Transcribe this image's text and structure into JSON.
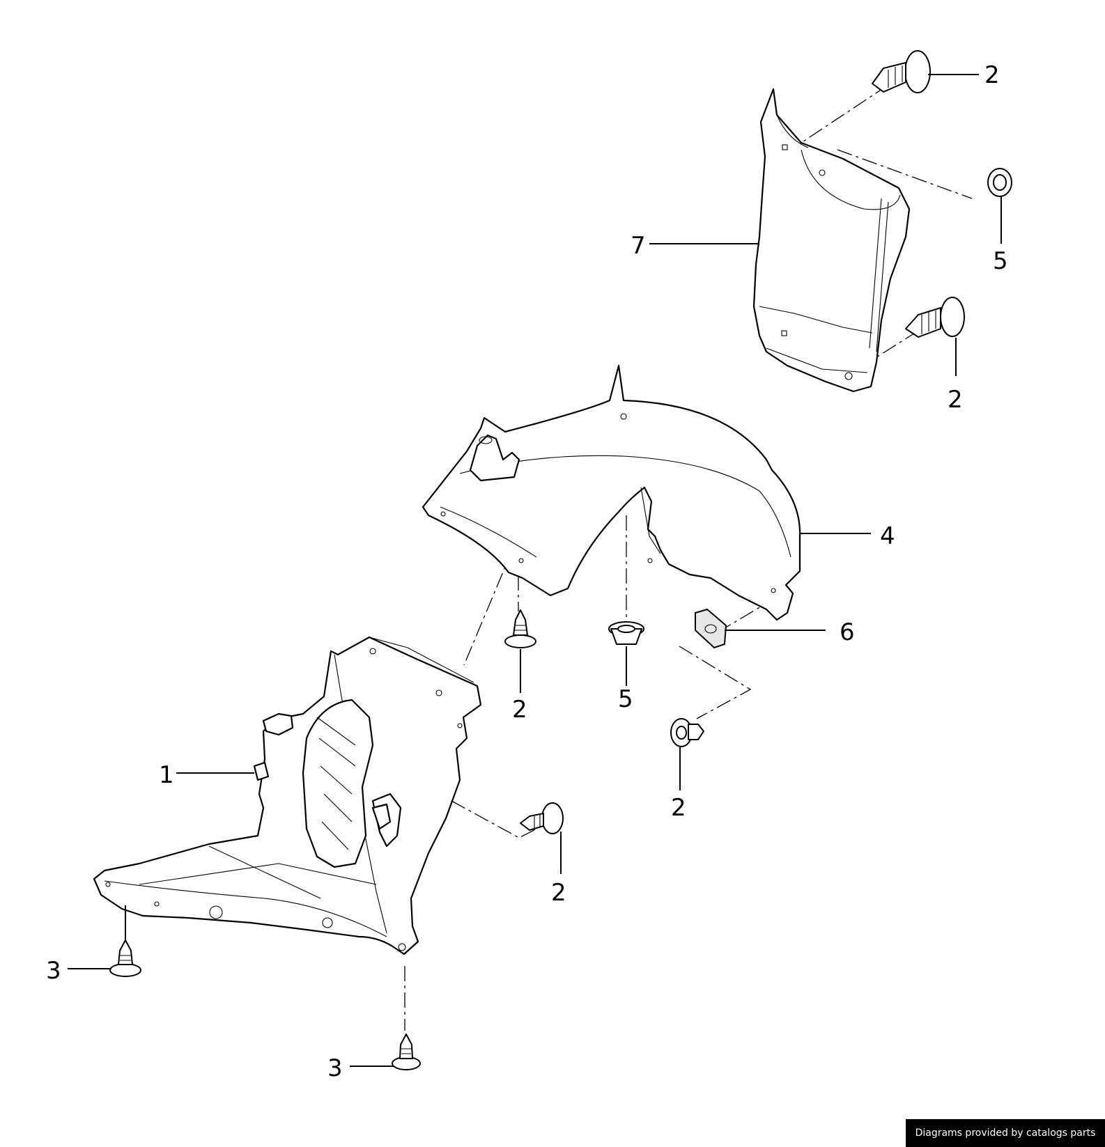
{
  "callouts": [
    {
      "id": "c1",
      "label": "1"
    },
    {
      "id": "c2a",
      "label": "2"
    },
    {
      "id": "c2b",
      "label": "2"
    },
    {
      "id": "c2c",
      "label": "2"
    },
    {
      "id": "c2d",
      "label": "2"
    },
    {
      "id": "c2e",
      "label": "2"
    },
    {
      "id": "c3a",
      "label": "3"
    },
    {
      "id": "c3b",
      "label": "3"
    },
    {
      "id": "c4",
      "label": "4"
    },
    {
      "id": "c5a",
      "label": "5"
    },
    {
      "id": "c5b",
      "label": "5"
    },
    {
      "id": "c6",
      "label": "6"
    },
    {
      "id": "c7",
      "label": "7"
    }
  ],
  "footer": {
    "credit": "Diagrams provided by catalogs parts"
  }
}
